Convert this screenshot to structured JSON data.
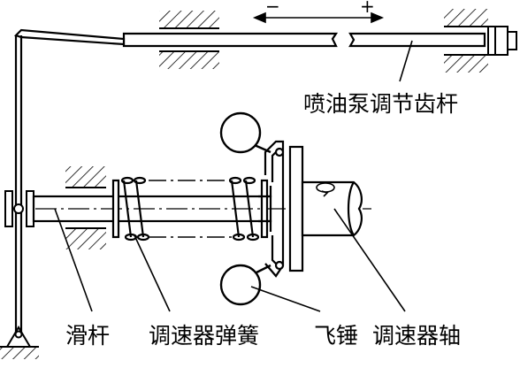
{
  "diagram": {
    "direction_minus": "−",
    "direction_plus": "+",
    "labels": {
      "fuel_pump_rack": "喷油泵调节齿杆",
      "slide_rod": "滑杆",
      "governor_spring": "调速器弹簧",
      "flyweight": "飞锤",
      "governor_shaft": "调速器轴"
    },
    "colors": {
      "line": "#000000",
      "background": "#ffffff"
    }
  }
}
